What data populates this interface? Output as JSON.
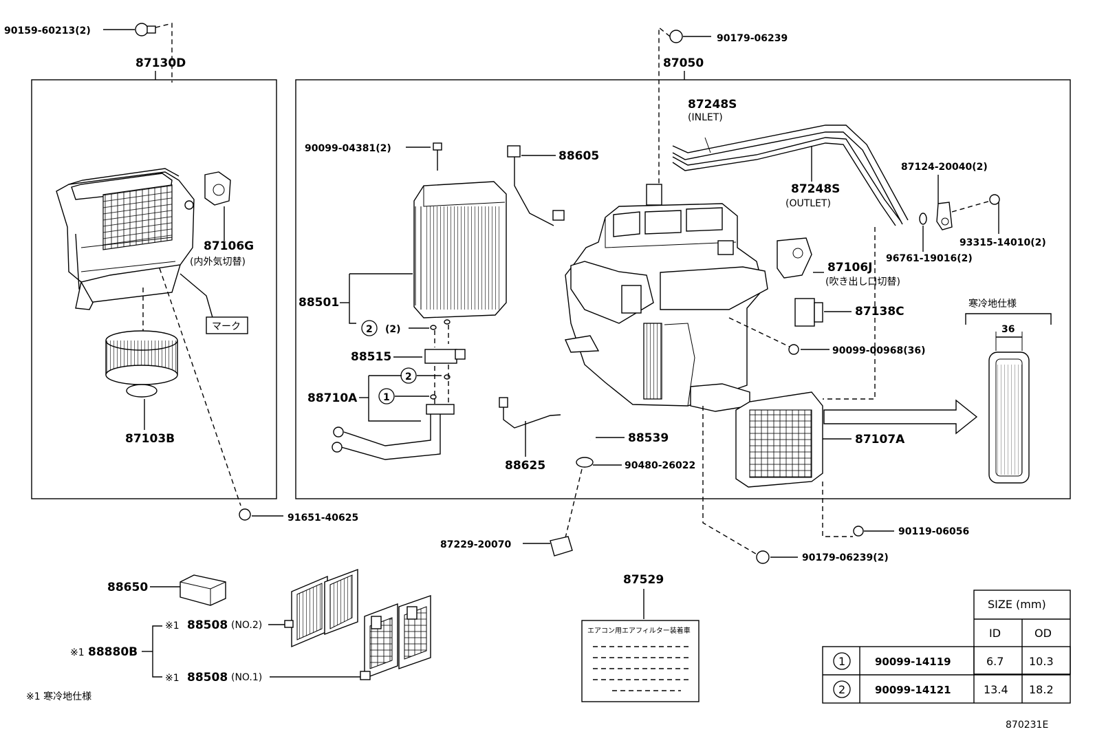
{
  "labels": {
    "p90159": "90159-60213(2)",
    "p87130D": "87130D",
    "p87106G": "87106G",
    "p87106G_note": "(内外気切替)",
    "mark": "マーク",
    "p87103B": "87103B",
    "p91651": "91651-40625",
    "p90179_top": "90179-06239",
    "p87050": "87050",
    "p87248S_inlet": "87248S",
    "inlet_note": "(INLET)",
    "p87248S_outlet": "87248S",
    "outlet_note": "(OUTLET)",
    "p90099_04381": "90099-04381(2)",
    "p88605": "88605",
    "p87124": "87124-20040(2)",
    "p93315": "93315-14010(2)",
    "p96761": "96761-19016(2)",
    "p87106J": "87106J",
    "p87106J_note": "(吹き出し口切替)",
    "p88501": "88501",
    "c2_count": "(2)",
    "p87138C": "87138C",
    "cold_spec": "寒冷地仕様",
    "dim36": "36",
    "p90099_00968": "90099-00968(36)",
    "p88515": "88515",
    "p88710A": "88710A",
    "p88539": "88539",
    "p87107A": "87107A",
    "p88625": "88625",
    "p90480": "90480-26022",
    "p87229": "87229-20070",
    "p90119": "90119-06056",
    "p90179_bottom": "90179-06239(2)",
    "p88650": "88650",
    "p87529": "87529",
    "label_plate": "エアコン用エアフィルター装着車",
    "star1a": "※1",
    "p88508_no2": "88508",
    "no2": "(NO.2)",
    "star1b": "※1",
    "p88880B": "88880B",
    "star1c": "※1",
    "p88508_no1": "88508",
    "no1": "(NO.1)",
    "footnote": "※1 寒冷地仕様",
    "diagram_id": "870231E",
    "circle1": "1",
    "circle2": "2"
  },
  "size_table": {
    "header": "SIZE (mm)",
    "col_id": "ID",
    "col_od": "OD",
    "rows": [
      {
        "key": "1",
        "part": "90099-14119",
        "id": "6.7",
        "od": "10.3"
      },
      {
        "key": "2",
        "part": "90099-14121",
        "id": "13.4",
        "od": "18.2"
      }
    ]
  }
}
